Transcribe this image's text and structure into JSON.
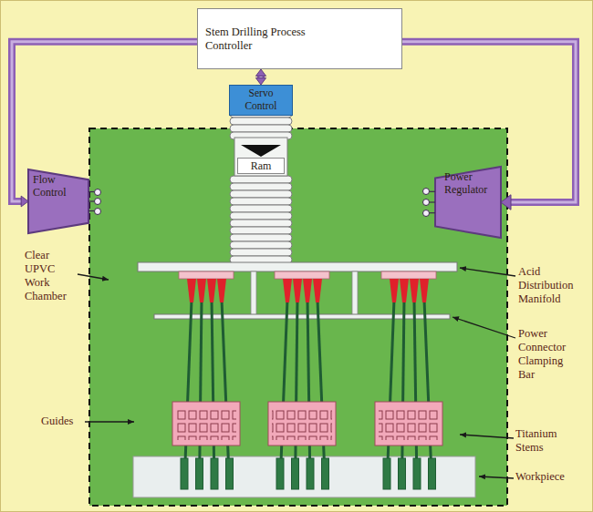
{
  "diagram": {
    "nodes": [
      {
        "text": [
          "Stem Drilling Process Controller"
        ]
      },
      {
        "text": [
          "Servo Control"
        ]
      },
      {
        "text": [
          "Flow Control"
        ]
      },
      {
        "text": [
          "Power Regulator"
        ]
      },
      {
        "text": [
          "Ram"
        ]
      }
    ],
    "edges": [
      {
        "from": 0,
        "to": 1,
        "arrow": "both"
      },
      {
        "from": 0,
        "to": 2,
        "arrow": "to"
      },
      {
        "from": 0,
        "to": 3,
        "arrow": "to"
      }
    ],
    "labels": [
      "Clear UPVC Work Chamber",
      "Acid Distribution Manifold",
      "Power Connector Clamping Bar",
      "Guides",
      "Titanium Stems",
      "Workpiece"
    ]
  }
}
